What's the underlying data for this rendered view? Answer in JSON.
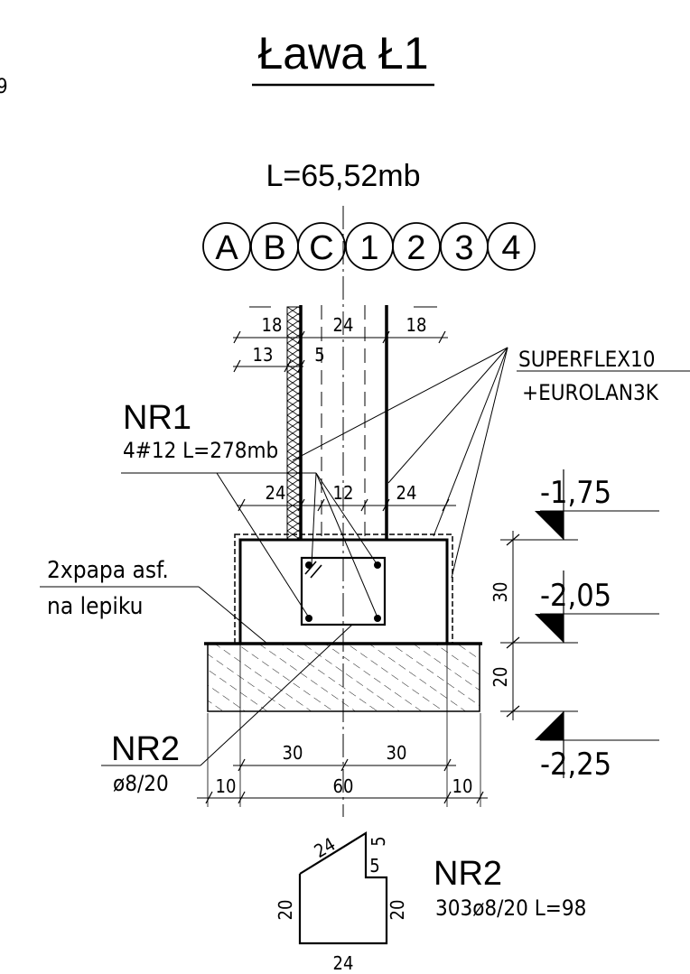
{
  "title": "Ława Ł1",
  "length_label": "L=65,52mb",
  "axis_labels": [
    "A",
    "B",
    "C",
    "1",
    "2",
    "3",
    "4"
  ],
  "left_edge_text": "9",
  "dimensions": {
    "top_wall_left": "18",
    "top_wall_mid": "24",
    "top_wall_right": "18",
    "insulation_13": "13",
    "insulation_5": "5",
    "lower_left": "24",
    "lower_mid": "12",
    "lower_right": "24",
    "height_30": "30",
    "height_20": "20",
    "bottom_left_30": "30",
    "bottom_right_30": "30",
    "bottom_60": "60",
    "bottom_left_10": "10",
    "bottom_right_10": "10"
  },
  "labels": {
    "waterproofing_1": "SUPERFLEX10",
    "waterproofing_2": "+EUROLAN3K",
    "nr1_title": "NR1",
    "nr1_spec": "4#12 L=278mb",
    "papa_1": "2xpapa asf.",
    "papa_2": "na lepiku",
    "nr2_title": "NR2",
    "nr2_spec": "ø8/20"
  },
  "levels": [
    "-1,75",
    "-2,05",
    "-2,25"
  ],
  "stirrup_detail": {
    "title": "NR2",
    "spec": "303ø8/20 L=98",
    "dim_24_top": "24",
    "dim_5_top": "5",
    "dim_5_inner": "5",
    "dim_20_left": "20",
    "dim_20_right": "20",
    "dim_24_bottom": "24"
  }
}
